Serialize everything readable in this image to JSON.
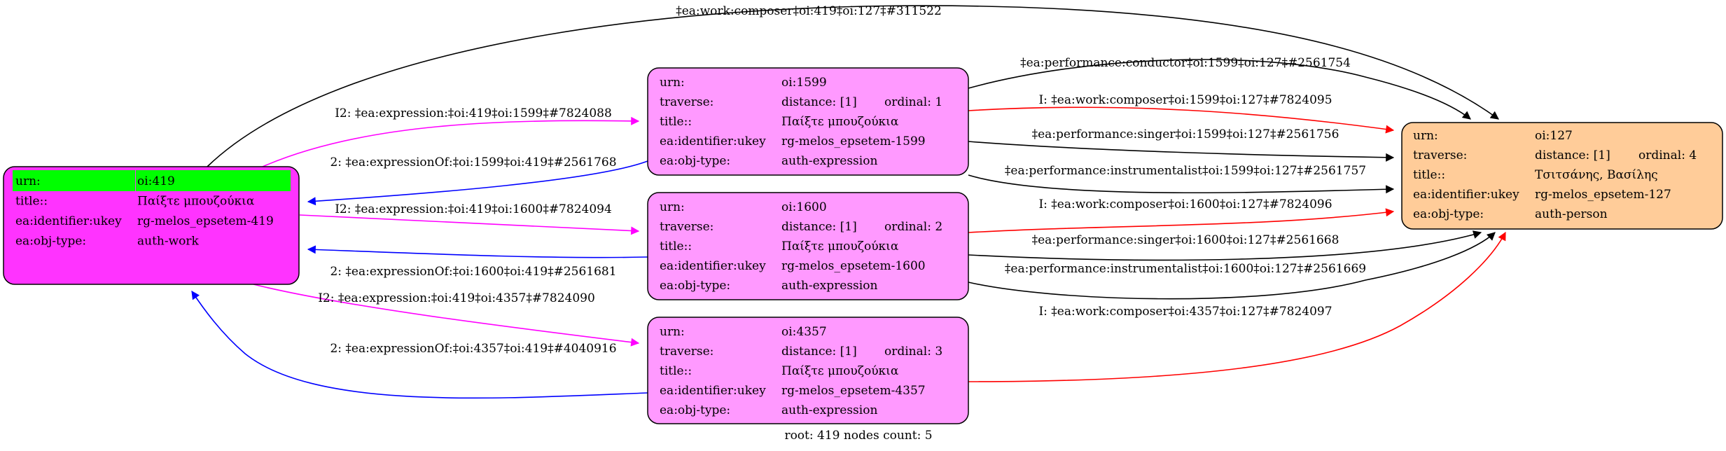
{
  "nodes": [
    {
      "id": "419",
      "fill": "#ff33ff",
      "highlight": "#00ff00",
      "rows": [
        {
          "label": "urn:",
          "value": "oi:419"
        },
        {
          "label": "title::",
          "value": "Παίξτε μπουζούκια"
        },
        {
          "label": "ea:identifier:ukey",
          "value": "rg-melos_epsetem-419"
        },
        {
          "label": "ea:obj-type:",
          "value": "auth-work"
        }
      ]
    },
    {
      "id": "1599",
      "fill": "#ff99ff",
      "rows": [
        {
          "label": "urn:",
          "value": "oi:1599"
        },
        {
          "label": "traverse:",
          "value": "distance: [1]",
          "extra": "ordinal: 1"
        },
        {
          "label": "title::",
          "value": "Παίξτε μπουζούκια"
        },
        {
          "label": "ea:identifier:ukey",
          "value": "rg-melos_epsetem-1599"
        },
        {
          "label": "ea:obj-type:",
          "value": "auth-expression"
        }
      ]
    },
    {
      "id": "1600",
      "fill": "#ff99ff",
      "rows": [
        {
          "label": "urn:",
          "value": "oi:1600"
        },
        {
          "label": "traverse:",
          "value": "distance: [1]",
          "extra": "ordinal: 2"
        },
        {
          "label": "title::",
          "value": "Παίξτε μπουζούκια"
        },
        {
          "label": "ea:identifier:ukey",
          "value": "rg-melos_epsetem-1600"
        },
        {
          "label": "ea:obj-type:",
          "value": "auth-expression"
        }
      ]
    },
    {
      "id": "4357",
      "fill": "#ff99ff",
      "rows": [
        {
          "label": "urn:",
          "value": "oi:4357"
        },
        {
          "label": "traverse:",
          "value": "distance: [1]",
          "extra": "ordinal: 3"
        },
        {
          "label": "title::",
          "value": "Παίξτε μπουζούκια"
        },
        {
          "label": "ea:identifier:ukey",
          "value": "rg-melos_epsetem-4357"
        },
        {
          "label": "ea:obj-type:",
          "value": "auth-expression"
        }
      ]
    },
    {
      "id": "127",
      "fill": "#ffcc99",
      "rows": [
        {
          "label": "urn:",
          "value": "oi:127"
        },
        {
          "label": "traverse:",
          "value": "distance: [1]",
          "extra": "ordinal: 4"
        },
        {
          "label": "title::",
          "value": "Τσιτσάνης, Βασίλης"
        },
        {
          "label": "ea:identifier:ukey",
          "value": "rg-melos_epsetem-127"
        },
        {
          "label": "ea:obj-type:",
          "value": "auth-person"
        }
      ]
    }
  ],
  "edges": [
    {
      "from": "419",
      "to": "127",
      "color": "#000000",
      "label": "‡ea:work:composer‡oi:419‡oi:127‡#311522"
    },
    {
      "from": "419",
      "to": "1599",
      "color": "#ff00ff",
      "label": "I2: ‡ea:expression:‡oi:419‡oi:1599‡#7824088"
    },
    {
      "from": "1599",
      "to": "419",
      "color": "#0000ff",
      "label": "2: ‡ea:expressionOf:‡oi:1599‡oi:419‡#2561768"
    },
    {
      "from": "419",
      "to": "1600",
      "color": "#ff00ff",
      "label": "I2: ‡ea:expression:‡oi:419‡oi:1600‡#7824094"
    },
    {
      "from": "1600",
      "to": "419",
      "color": "#0000ff",
      "label": "2: ‡ea:expressionOf:‡oi:1600‡oi:419‡#2561681"
    },
    {
      "from": "419",
      "to": "4357",
      "color": "#ff00ff",
      "label": "I2: ‡ea:expression:‡oi:419‡oi:4357‡#7824090"
    },
    {
      "from": "4357",
      "to": "419",
      "color": "#0000ff",
      "label": "2: ‡ea:expressionOf:‡oi:4357‡oi:419‡#4040916"
    },
    {
      "from": "1599",
      "to": "127",
      "color": "#000000",
      "label": "‡ea:performance:conductor‡oi:1599‡oi:127‡#2561754"
    },
    {
      "from": "1599",
      "to": "127",
      "color": "#ff0000",
      "label": "I: ‡ea:work:composer‡oi:1599‡oi:127‡#7824095"
    },
    {
      "from": "1599",
      "to": "127",
      "color": "#000000",
      "label": "‡ea:performance:singer‡oi:1599‡oi:127‡#2561756"
    },
    {
      "from": "1599",
      "to": "127",
      "color": "#000000",
      "label": "‡ea:performance:instrumentalist‡oi:1599‡oi:127‡#2561757"
    },
    {
      "from": "1600",
      "to": "127",
      "color": "#ff0000",
      "label": "I: ‡ea:work:composer‡oi:1600‡oi:127‡#7824096"
    },
    {
      "from": "1600",
      "to": "127",
      "color": "#000000",
      "label": "‡ea:performance:singer‡oi:1600‡oi:127‡#2561668"
    },
    {
      "from": "1600",
      "to": "127",
      "color": "#000000",
      "label": "‡ea:performance:instrumentalist‡oi:1600‡oi:127‡#2561669"
    },
    {
      "from": "4357",
      "to": "127",
      "color": "#ff0000",
      "label": "I: ‡ea:work:composer‡oi:4357‡oi:127‡#7824097"
    }
  ],
  "footer": "root: 419 nodes count: 5"
}
